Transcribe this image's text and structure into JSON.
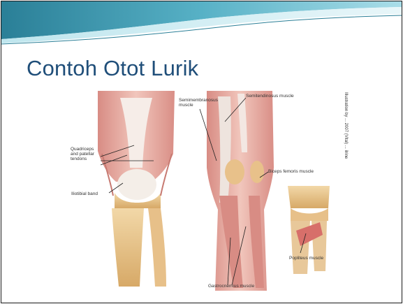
{
  "slide": {
    "title": "Contoh Otot Lurik"
  },
  "figure": {
    "labels": {
      "quadriceps": "Quadriceps and patellar tendons",
      "iliotibial": "Iliotibial band",
      "semimembranosus": "Semimembranosus muscle",
      "semitendinosus": "Semitendinosus muscle",
      "biceps": "Biceps femoris muscle",
      "popliteus": "Popliteus muscle",
      "gastrocnemius": "Gastrocnemius muscle",
      "credit": "Illustration by ... 2007 (Vital) ... ilrine"
    }
  },
  "colors": {
    "title": "#1f4e79",
    "banner_dark": "#1f6f86",
    "banner_light": "#8fd0df"
  }
}
